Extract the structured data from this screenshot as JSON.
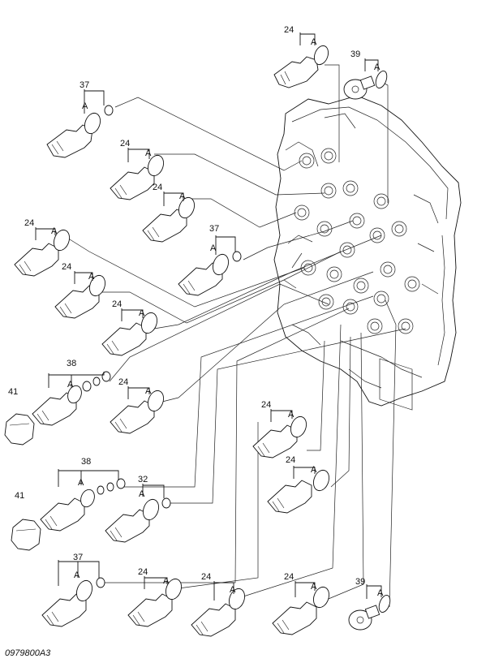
{
  "drawing_ref": "0979800A3",
  "callouts": [
    {
      "num": "24",
      "sub": "A"
    },
    {
      "num": "39",
      "sub": "A"
    },
    {
      "num": "37",
      "sub": "A"
    },
    {
      "num": "24",
      "sub": "A"
    },
    {
      "num": "24",
      "sub": "A"
    },
    {
      "num": "24",
      "sub": "A"
    },
    {
      "num": "37",
      "sub": "A"
    },
    {
      "num": "24",
      "sub": "A"
    },
    {
      "num": "24",
      "sub": "A"
    },
    {
      "num": "38",
      "sub": "A"
    },
    {
      "num": "24",
      "sub": "A"
    },
    {
      "num": "41",
      "sub": ""
    },
    {
      "num": "24",
      "sub": "A"
    },
    {
      "num": "24",
      "sub": "A"
    },
    {
      "num": "38",
      "sub": "A"
    },
    {
      "num": "32",
      "sub": "A"
    },
    {
      "num": "41",
      "sub": ""
    },
    {
      "num": "37",
      "sub": "A"
    },
    {
      "num": "24",
      "sub": "A"
    },
    {
      "num": "24",
      "sub": "A"
    },
    {
      "num": "24",
      "sub": "A"
    },
    {
      "num": "39",
      "sub": "A"
    }
  ]
}
